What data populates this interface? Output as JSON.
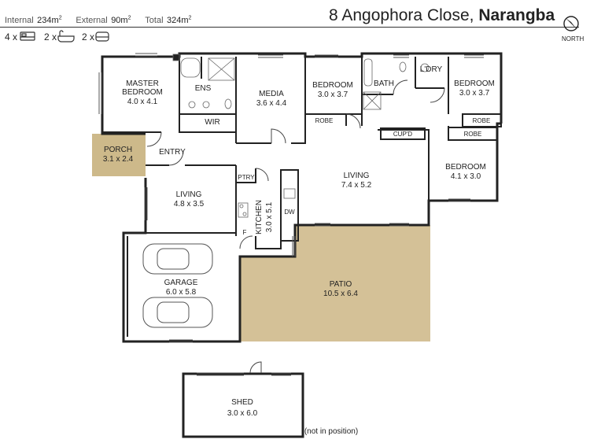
{
  "header": {
    "internal_label": "Internal",
    "internal_value": "234m",
    "external_label": "External",
    "external_value": "90m",
    "total_label": "Total",
    "total_value": "324m",
    "sq": "2",
    "address_main": "8 Angophora Close,",
    "address_suburb": "Narangba",
    "beds_count": "4 x",
    "baths_count": "2 x",
    "cars_count": "2 x",
    "north_label": "NORTH"
  },
  "rooms": {
    "master_name": "MASTER",
    "master_name2": "BEDROOM",
    "master_dim": "4.0 x 4.1",
    "ens": "ENS",
    "wir": "WIR",
    "media_name": "MEDIA",
    "media_dim": "3.6 x 4.4",
    "bed2_name": "BEDROOM",
    "bed2_dim": "3.0 x 3.7",
    "bath": "BATH",
    "ldry": "L'DRY",
    "bed3_name": "BEDROOM",
    "bed3_dim": "3.0 x 3.7",
    "robe1": "ROBE",
    "robe2": "ROBE",
    "robe3": "ROBE",
    "cupd": "CUP'D",
    "bed4_name": "BEDROOM",
    "bed4_dim": "4.1 x 3.0",
    "porch_name": "PORCH",
    "porch_dim": "3.1 x 2.4",
    "entry": "ENTRY",
    "living1_name": "LIVING",
    "living1_dim": "4.8 x 3.5",
    "ptry": "PTRY",
    "kitchen_name": "KITCHEN",
    "kitchen_dim": "3.0 x 5.1",
    "dw": "DW",
    "fridge": "F",
    "living2_name": "LIVING",
    "living2_dim": "7.4 x 5.2",
    "garage_name": "GARAGE",
    "garage_dim": "6.0 x 5.8",
    "patio_name": "PATIO",
    "patio_dim": "10.5 x 6.4",
    "shed_name": "SHED",
    "shed_dim": "3.0 x 6.0",
    "shed_note": "(not in position)"
  },
  "colors": {
    "wall": "#222222",
    "porch_fill": "#cdb98a",
    "patio_fill": "#d4c197"
  }
}
